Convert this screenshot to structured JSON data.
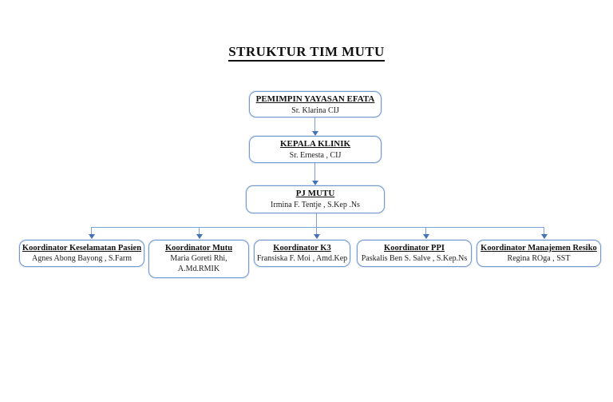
{
  "title": "STRUKTUR TIM MUTU",
  "accent_color": "#7399cf",
  "arrow_color": "#4473b8",
  "chain": [
    {
      "role": "PEMIMPIN YAYASAN EFATA",
      "name": "Sr. Klarina CIJ"
    },
    {
      "role": "KEPALA KLINIK",
      "name": "Sr. Ernesta , CIJ"
    },
    {
      "role": "PJ MUTU",
      "name": "Irmina F. Tentje , S.Kep .Ns"
    }
  ],
  "coordinators": [
    {
      "role": "Koordinator Keselamatan Pasien",
      "name": "Agnes Abong Bayong , S.Farm"
    },
    {
      "role": "Koordinator Mutu",
      "name": "Maria Goreti Rhi, A.Md.RMIK"
    },
    {
      "role": "Koordinator K3",
      "name": "Fransiska F. Moi , Amd.Kep"
    },
    {
      "role": "Koordinator PPI",
      "name": "Paskalis Ben S. Salve , S.Kep.Ns"
    },
    {
      "role": "Koordinator Manajemen Resiko",
      "name": "Regina ROga , SST"
    }
  ]
}
